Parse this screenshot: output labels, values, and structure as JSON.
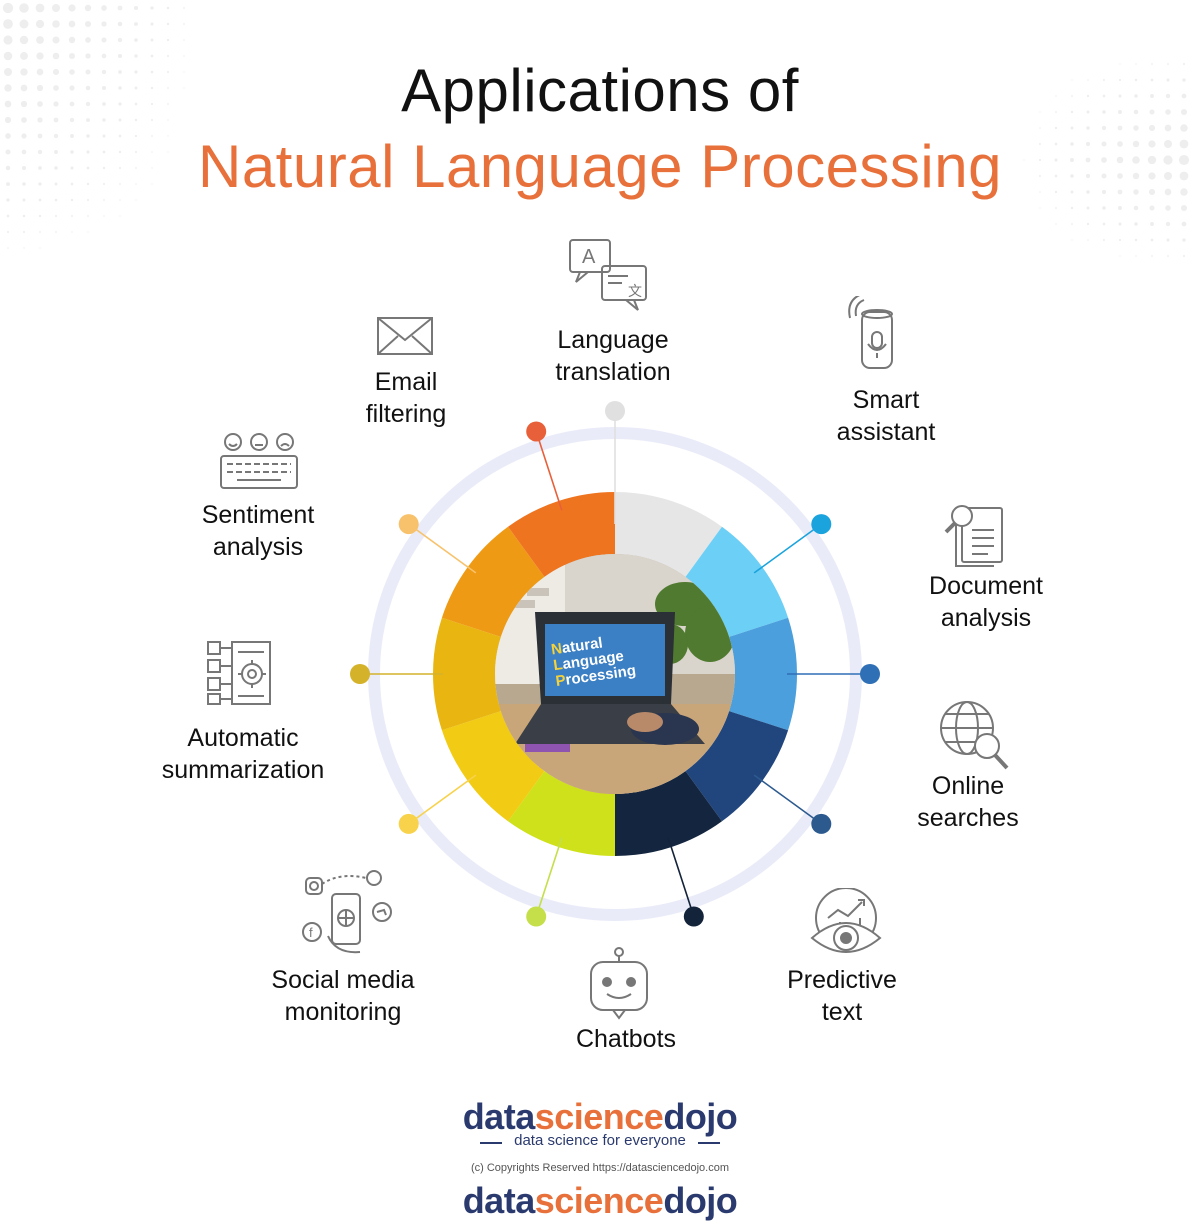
{
  "title": {
    "line1": "Applications of",
    "line2": "Natural Language Processing"
  },
  "colors": {
    "accent": "#e8703a",
    "brand_navy": "#2a3a6e",
    "ring": "#e9ebf8"
  },
  "center_image": {
    "text_n": "N",
    "text_rest1": "atural",
    "text_l": "L",
    "text_rest2": "anguage",
    "text_p": "P",
    "text_rest3": "rocessing"
  },
  "applications": [
    {
      "label": "Language\ntranslation",
      "icon": "translate-icon",
      "color": "#e6e6e6",
      "dot_color": "#e0e0e0"
    },
    {
      "label": "Smart\nassistant",
      "icon": "smart-speaker-icon",
      "color": "#6ccff6",
      "dot_color": "#1aa3dd"
    },
    {
      "label": "Document\nanalysis",
      "icon": "document-search-icon",
      "color": "#4a9fdc",
      "dot_color": "#2f6fb5"
    },
    {
      "label": "Online\nsearches",
      "icon": "globe-search-icon",
      "color": "#21467d",
      "dot_color": "#2c5a8f"
    },
    {
      "label": "Predictive\ntext",
      "icon": "eye-chart-icon",
      "color": "#13253f",
      "dot_color": "#13233a"
    },
    {
      "label": "Chatbots",
      "icon": "robot-icon",
      "color": "#cfe11a",
      "dot_color": "#c4df4a"
    },
    {
      "label": "Social media\nmonitoring",
      "icon": "social-phone-icon",
      "color": "#f1cb14",
      "dot_color": "#f7d24a"
    },
    {
      "label": "Automatic\nsummarization",
      "icon": "summary-gear-icon",
      "color": "#e9b611",
      "dot_color": "#d4b22a"
    },
    {
      "label": "Sentiment\nanalysis",
      "icon": "sentiment-keyboard-icon",
      "color": "#ef9a14",
      "dot_color": "#f7c26b"
    },
    {
      "label": "Email\nfiltering",
      "icon": "envelope-icon",
      "color": "#ef7420",
      "dot_color": "#e8603a"
    }
  ],
  "brand": {
    "part1": "data",
    "part2": "science",
    "part3": "dojo",
    "tagline": "data science for everyone",
    "copyright": "(c) Copyrights Reserved  https://datasciencedojo.com"
  }
}
